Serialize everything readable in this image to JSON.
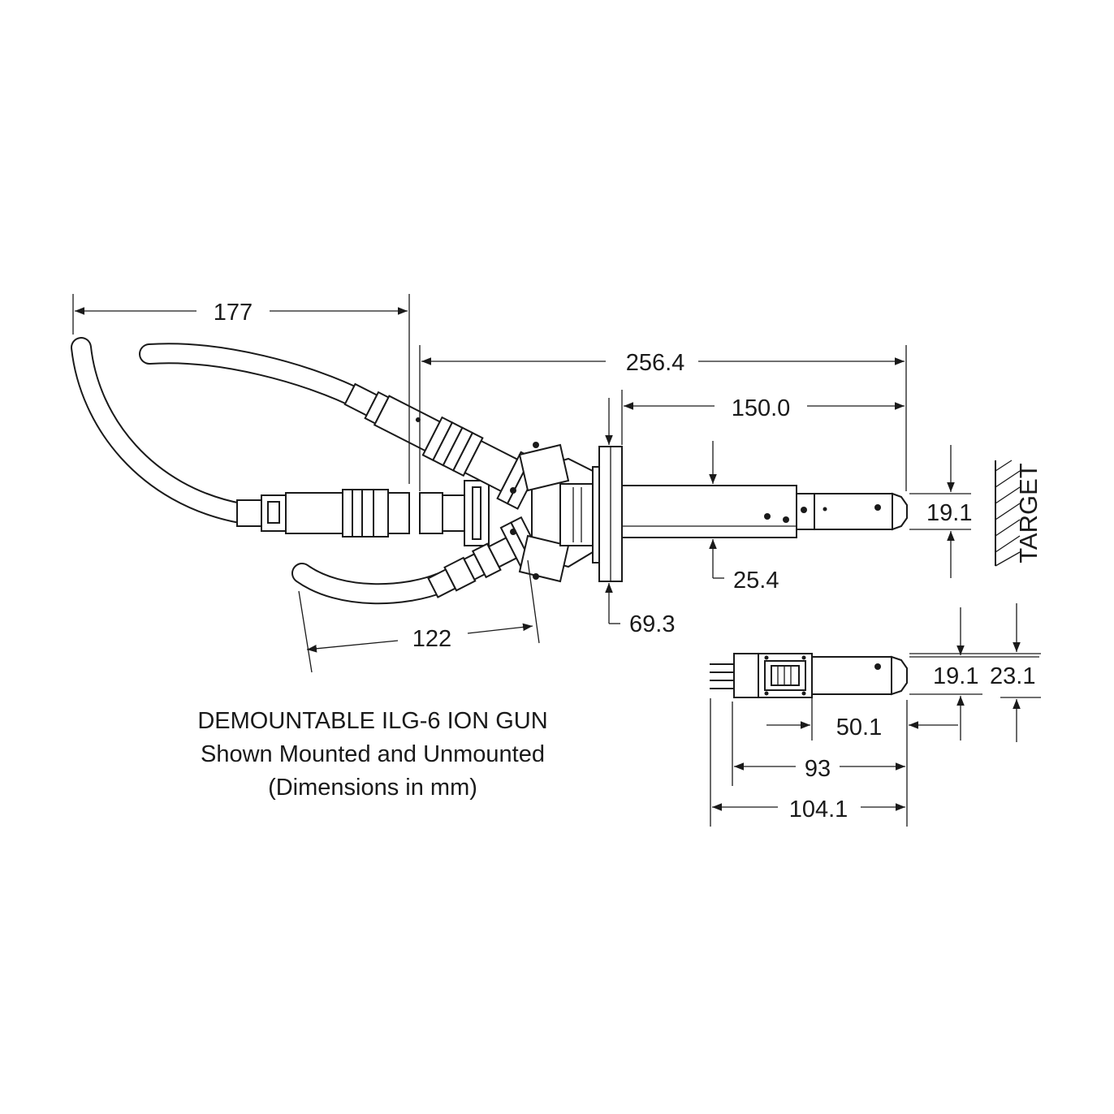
{
  "caption": {
    "line1": "DEMOUNTABLE ILG-6 ION GUN",
    "line2": "Shown Mounted and Unmounted",
    "line3": "(Dimensions in mm)"
  },
  "target_label": "TARGET",
  "dimensions": {
    "d177": "177",
    "d256": "256.4",
    "d150": "150.0",
    "d191_mounted": "19.1",
    "d254": "25.4",
    "d693": "69.3",
    "d122": "122",
    "d191_unmounted": "19.1",
    "d231": "23.1",
    "d501": "50.1",
    "d93": "93",
    "d1041": "104.1"
  }
}
